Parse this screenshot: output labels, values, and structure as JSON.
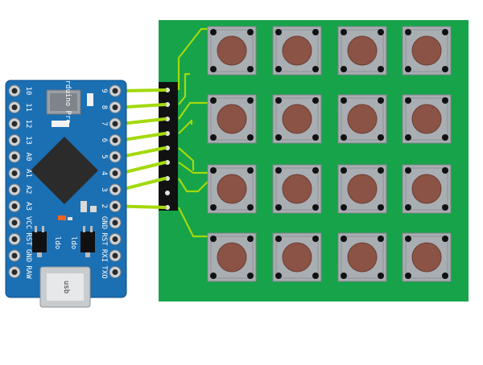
{
  "board": {
    "name": "Arduino Pro",
    "usb_label": "usb",
    "regulator_label_1": "ldo",
    "regulator_label_2": "ldo",
    "left_pins": [
      "10",
      "11",
      "12",
      "13",
      "A0",
      "A1",
      "A2",
      "A3",
      "VCC",
      "RST",
      "GND",
      "RAW"
    ],
    "right_pins_top": [
      "9",
      "8",
      "7",
      "6",
      "5",
      "4",
      "3",
      "2"
    ],
    "right_pins_bottom": [
      "GND",
      "RST",
      "RXI",
      "TXO"
    ]
  },
  "keypad": {
    "rows": 4,
    "cols": 4
  },
  "colors": {
    "board_blue": "#1b6fb3",
    "pcb_green": "#16a34a",
    "wire": "#a3d90c",
    "button_cap": "#8b5345",
    "button_body": "#a9aeb3"
  }
}
